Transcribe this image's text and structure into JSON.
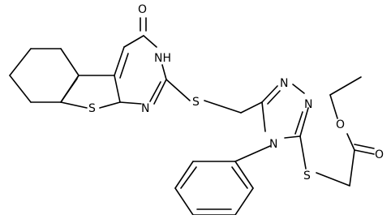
{
  "molecule": {
    "atom_labels": {
      "o_carbonyl_top": "O",
      "nh_ring": "NH",
      "n_pyrimidine": "N",
      "s_thiophene": "S",
      "s_thioether_left": "S",
      "n_triazole_upper": "N",
      "n_triazole_right": "N",
      "n_triazole_phenyl": "N",
      "s_thioether_right": "S",
      "o_ester": "O",
      "o_ester_carbonyl": "O"
    }
  }
}
